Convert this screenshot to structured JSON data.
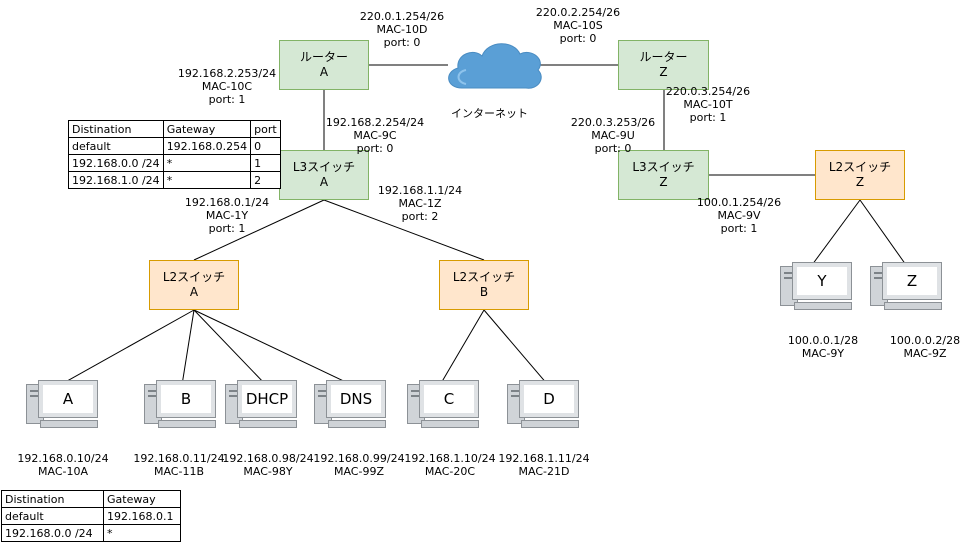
{
  "nodes": {
    "router_a": "ルーター\nA",
    "router_z": "ルーター\nZ",
    "l3_a": "L3スイッチ\nA",
    "l3_z": "L3スイッチ\nZ",
    "l2_a": "L2スイッチ\nA",
    "l2_b": "L2スイッチ\nB",
    "l2_z": "L2スイッチ\nZ",
    "internet": "インターネット"
  },
  "hosts": {
    "a": "A",
    "b": "B",
    "dhcp": "DHCP",
    "dns": "DNS",
    "c": "C",
    "d": "D",
    "y": "Y",
    "z": "Z"
  },
  "labels": {
    "ra_p0": "220.0.1.254/26\nMAC-10D\nport: 0",
    "rz_p0": "220.0.2.254/26\nMAC-10S\nport: 0",
    "ra_p1": "192.168.2.253/24\nMAC-10C\nport: 1",
    "l3a_p0": "192.168.2.254/24\nMAC-9C\nport: 0",
    "rz_p1": "220.0.3.254/26\nMAC-10T\nport: 1",
    "l3z_p0": "220.0.3.253/26\nMAC-9U\nport: 0",
    "l3a_p1": "192.168.0.1/24\nMAC-1Y\nport: 1",
    "l3a_p2": "192.168.1.1/24\nMAC-1Z\nport: 2",
    "l3z_p1": "100.0.1.254/26\nMAC-9V\nport: 1",
    "host_a": "192.168.0.10/24\nMAC-10A",
    "host_b": "192.168.0.11/24\nMAC-11B",
    "host_dhcp": "192.168.0.98/24\nMAC-98Y",
    "host_dns": "192.168.0.99/24\nMAC-99Z",
    "host_c": "192.168.1.10/24\nMAC-20C",
    "host_d": "192.168.1.11/24\nMAC-21D",
    "host_y": "100.0.0.1/28\nMAC-9Y",
    "host_z": "100.0.0.2/28\nMAC-9Z"
  },
  "table_l3": {
    "headers": [
      "Distination",
      "Gateway",
      "port"
    ],
    "rows": [
      [
        "default",
        "192.168.0.254",
        "0"
      ],
      [
        "192.168.0.0 /24",
        "*",
        "1"
      ],
      [
        "192.168.1.0 /24",
        "*",
        "2"
      ]
    ]
  },
  "table_host": {
    "headers": [
      "Distination",
      "Gateway"
    ],
    "rows": [
      [
        "default",
        "192.168.0.1"
      ],
      [
        "192.168.0.0 /24",
        "*"
      ]
    ]
  },
  "colors": {
    "green_fill": "#d5e8d4",
    "green_stroke": "#82b366",
    "orange_fill": "#ffe6cc",
    "orange_stroke": "#d79b00"
  }
}
